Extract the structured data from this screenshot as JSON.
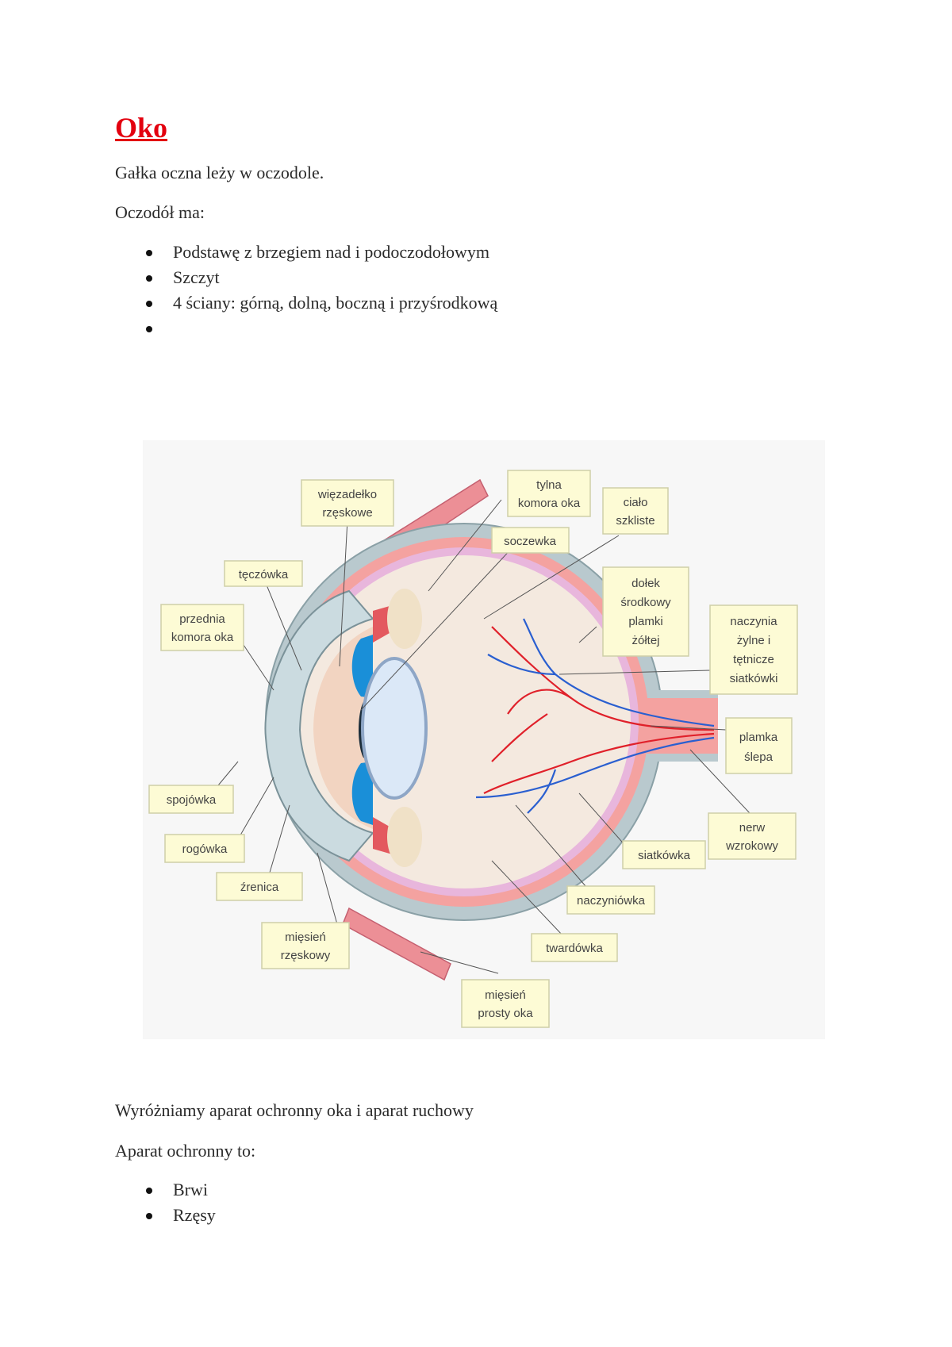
{
  "title": "Oko",
  "intro": "Gałka oczna leży w oczodole.",
  "orbit_heading": "Oczodół ma:",
  "orbit_features": [
    "Podstawę z brzegiem nad i podoczodołowym",
    "Szczyt",
    "4 ściany: górną, dolną, boczną i przyśrodkową",
    ""
  ],
  "diagram": {
    "labels": {
      "ligament_1": "więzadełko",
      "ligament_2": "rzęskowe",
      "posterior_chamber_1": "tylna",
      "posterior_chamber_2": "komora oka",
      "vitreous_1": "ciało",
      "vitreous_2": "szkliste",
      "lens": "soczewka",
      "iris": "tęczówka",
      "anterior_chamber_1": "przednia",
      "anterior_chamber_2": "komora oka",
      "fovea_1": "dołek",
      "fovea_2": "środkowy",
      "fovea_3": "plamki",
      "fovea_4": "żółtej",
      "vessels_1": "naczynia",
      "vessels_2": "żylne i",
      "vessels_3": "tętnicze",
      "vessels_4": "siatkówki",
      "blind_spot_1": "plamka",
      "blind_spot_2": "ślepa",
      "conjunctiva": "spojówka",
      "cornea": "rogówka",
      "optic_nerve_1": "nerw",
      "optic_nerve_2": "wzrokowy",
      "retina": "siatkówka",
      "pupil": "źrenica",
      "choroid": "naczyniówka",
      "ciliary_muscle_1": "mięsień",
      "ciliary_muscle_2": "rzęskowy",
      "sclera": "twardówka",
      "rectus_muscle_1": "mięsień",
      "rectus_muscle_2": "prosty oka"
    }
  },
  "apparatus_text": "Wyróżniamy aparat ochronny oka i aparat ruchowy",
  "protective_heading": "Aparat ochronny to:",
  "protective_items": [
    "Brwi",
    "Rzęsy"
  ]
}
